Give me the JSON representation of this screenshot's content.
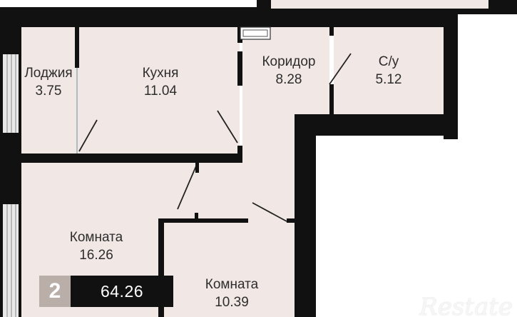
{
  "colors": {
    "wall": "#111111",
    "floor": "#f1e7e4",
    "line": "#222222",
    "badge_rooms_bg": "#b9aea8",
    "badge_area_bg": "#111111"
  },
  "rooms": [
    {
      "id": "loggia",
      "name": "Лоджия",
      "area": "3.75"
    },
    {
      "id": "kitchen",
      "name": "Кухня",
      "area": "11.04"
    },
    {
      "id": "corridor",
      "name": "Коридор",
      "area": "8.28"
    },
    {
      "id": "bathroom",
      "name": "С/у",
      "area": "5.12"
    },
    {
      "id": "room1",
      "name": "Комната",
      "area": "16.26"
    },
    {
      "id": "room2",
      "name": "Комната",
      "area": "10.39"
    }
  ],
  "badge": {
    "rooms": "2",
    "total_area": "64.26"
  },
  "watermark": "Restate"
}
